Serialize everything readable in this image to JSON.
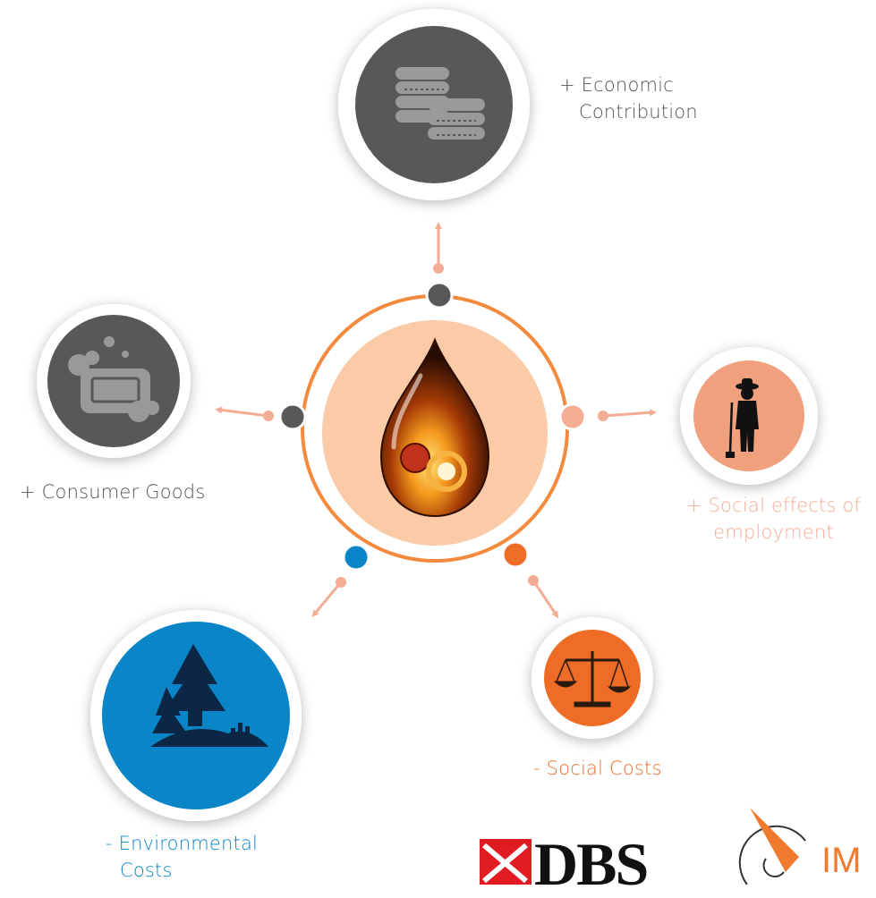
{
  "colors": {
    "gray": "#585858",
    "salmon": "#f0a07c",
    "salmon_light": "#f4ad95",
    "orange": "#ef6c26",
    "orange_ring": "#f48a3d",
    "blue": "#0a86c8",
    "peach": "#fbcba8",
    "dbs_red": "#e01b22"
  },
  "nodes": {
    "economic": {
      "label_line1": "+ Economic",
      "label_line2": "Contribution",
      "icon": "coins-icon"
    },
    "consumer": {
      "label": "+ Consumer Goods",
      "icon": "soap-icon"
    },
    "social_employment": {
      "label_line1": "+ Social effects of",
      "label_line2": "employment",
      "icon": "farmer-icon"
    },
    "social_costs": {
      "label": "- Social Costs",
      "icon": "scales-icon"
    },
    "environmental": {
      "label_line1": "- Environmental",
      "label_line2": "Costs",
      "icon": "forest-icon"
    }
  },
  "center": {
    "icon": "palm-oil-drop-icon"
  },
  "logos": {
    "dbs_text": "DBS",
    "impact_text": "IM"
  }
}
